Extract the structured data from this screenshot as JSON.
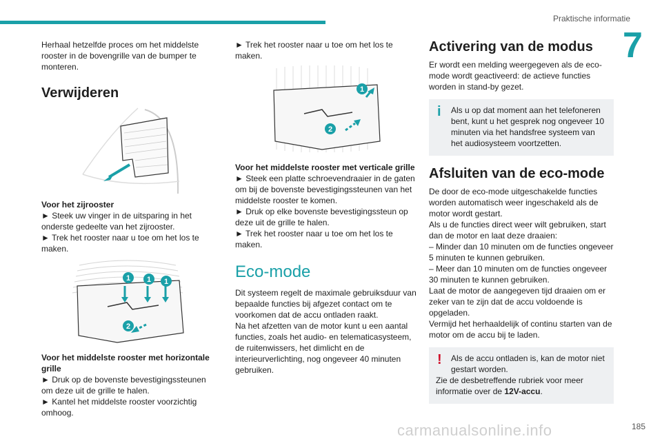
{
  "header": {
    "section_title": "Praktische informatie",
    "chapter_number": "7"
  },
  "col1": {
    "intro": "Herhaal hetzelfde proces om het middelste rooster in de bovengrille van de bumper te monteren.",
    "heading": "Verwijderen",
    "side_title": "Voor het zijrooster",
    "side_steps": [
      "► Steek uw vinger in de uitsparing in het onderste gedeelte van het zijrooster.",
      "► Trek het rooster naar u toe om het los te maken."
    ],
    "horiz_title": "Voor het middelste rooster met horizontale grille",
    "horiz_steps": [
      "► Druk op de bovenste bevestigingssteunen om deze uit de grille te halen.",
      "► Kantel het middelste rooster voorzichtig omhoog."
    ],
    "fig2_markers": [
      "1",
      "1",
      "1",
      "2"
    ]
  },
  "col2": {
    "step_top": "► Trek het rooster naar u toe om het los te maken.",
    "fig_markers": [
      "1",
      "2"
    ],
    "vert_title": "Voor het middelste rooster met verticale grille",
    "vert_steps": [
      "► Steek een platte schroevendraaier in de gaten om bij de bovenste bevestigingssteunen van het middelste rooster te komen.",
      "► Druk op elke bovenste bevestigingssteun op deze uit de grille te halen.",
      "► Trek het rooster naar u toe om het los te maken."
    ],
    "eco_heading": "Eco-mode",
    "eco_text": [
      "Dit systeem regelt de maximale gebruiksduur van bepaalde functies bij afgezet contact om te voorkomen dat de accu ontladen raakt.",
      "Na het afzetten van de motor kunt u een aantal functies, zoals het audio- en telematicasysteem, de ruitenwissers, het dimlicht en de interieurverlichting, nog ongeveer 40 minuten gebruiken."
    ]
  },
  "col3": {
    "act_heading": "Activering van de modus",
    "act_text": "Er wordt een melding weergegeven als de eco-mode wordt geactiveerd: de actieve functies worden in stand-by gezet.",
    "info_icon": "info-icon",
    "info_note": "Als u op dat moment aan het telefoneren bent, kunt u het gesprek nog ongeveer 10 minuten via het handsfree systeem van het audiosysteem voortzetten.",
    "exit_heading": "Afsluiten van de eco-mode",
    "exit_lines": [
      "De door de eco-mode uitgeschakelde functies worden automatisch weer ingeschakeld als de motor wordt gestart.",
      "Als u de functies direct weer wilt gebruiken, start dan de motor en laat deze draaien:",
      "– Minder dan 10 minuten om de functies ongeveer 5 minuten te kunnen gebruiken.",
      "– Meer dan 10 minuten om de functies ongeveer 30 minuten te kunnen gebruiken.",
      "Laat de motor de aangegeven tijd draaien om er zeker van te zijn dat de accu voldoende is opgeladen.",
      "Vermijd het herhaaldelijk of continu starten van de motor om de accu bij te laden."
    ],
    "warn_icon": "warning-icon",
    "warn_note": "Als de accu ontladen is, kan de motor niet gestart worden.",
    "warn_ref_prefix": "Zie de desbetreffende rubriek voor meer informatie over de ",
    "warn_ref_bold": "12V-accu",
    "warn_ref_suffix": "."
  },
  "footer": {
    "page_number": "185",
    "watermark": "carmanualsonline.info"
  },
  "colors": {
    "accent": "#1aa0a8",
    "warning": "#d0102a",
    "note_bg": "#eef0f2"
  }
}
